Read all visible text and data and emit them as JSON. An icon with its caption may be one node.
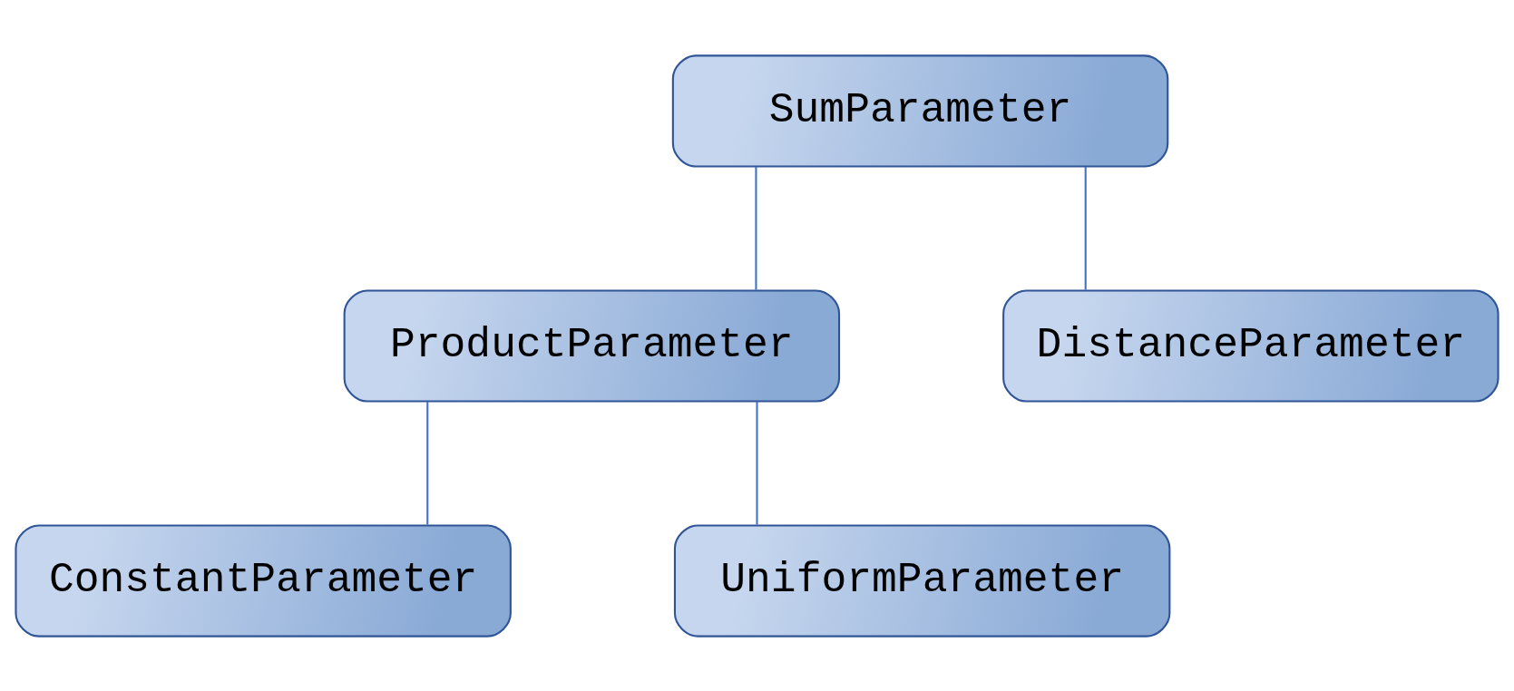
{
  "diagram": {
    "nodes": [
      {
        "text": [
          "SumParameter"
        ]
      },
      {
        "text": [
          "ProductParameter"
        ]
      },
      {
        "text": [
          "DistanceParameter"
        ]
      },
      {
        "text": [
          "ConstantParameter"
        ]
      },
      {
        "text": [
          "UniformParameter"
        ]
      }
    ],
    "edges": [
      {
        "from": 0,
        "to": 1,
        "arrow": "none"
      },
      {
        "from": 0,
        "to": 2,
        "arrow": "none"
      },
      {
        "from": 1,
        "to": 3,
        "arrow": "none"
      },
      {
        "from": 1,
        "to": 4,
        "arrow": "none"
      }
    ]
  }
}
